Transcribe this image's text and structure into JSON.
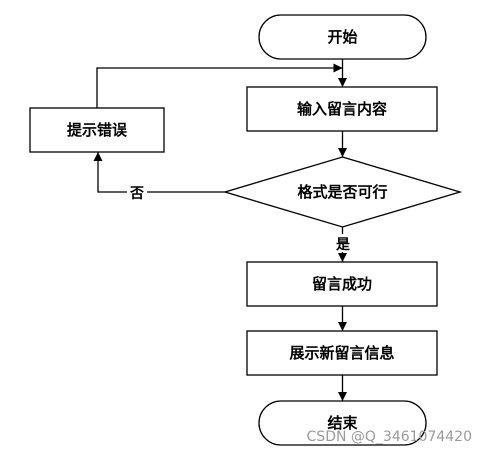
{
  "nodes": {
    "start": "开始",
    "input": "输入留言内容",
    "error": "提示错误",
    "check": "格式是否可行",
    "success": "留言成功",
    "show": "展示新留言信息",
    "end": "结束"
  },
  "labels": {
    "no": "否",
    "yes": "是"
  },
  "watermark": "CSDN @Q_3461074420"
}
